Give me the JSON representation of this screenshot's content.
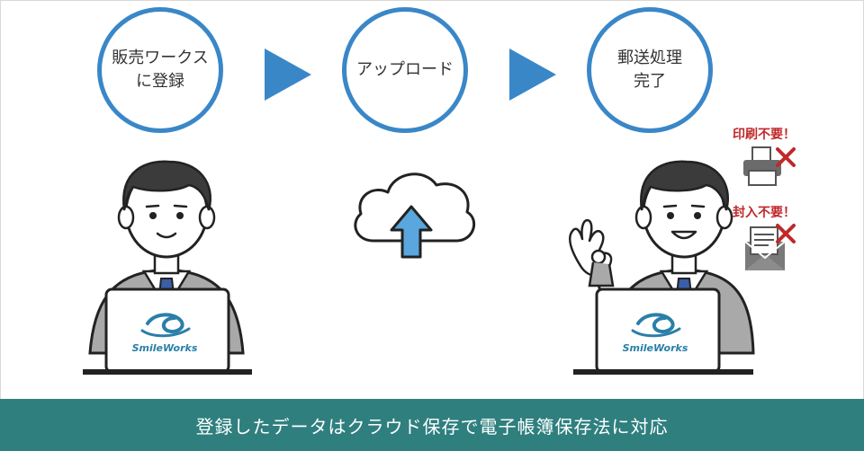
{
  "steps": [
    {
      "label": "販売ワークス\nに登録"
    },
    {
      "label": "アップロード"
    },
    {
      "label": "郵送処理\n完了"
    }
  ],
  "notes": {
    "print": "印刷不要！",
    "envelope": "封入不要！"
  },
  "laptop_logo": "SmileWorks",
  "banner": "登録したデータはクラウド保存で電子帳簿保存法に対応",
  "colors": {
    "accent": "#3a87c8",
    "banner": "#2f7f7f",
    "warning": "#c0282a",
    "upload_arrow": "#5aa6de"
  }
}
